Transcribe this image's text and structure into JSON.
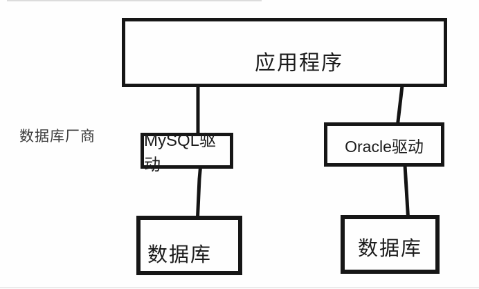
{
  "diagram": {
    "app_box": {
      "label": "应用程序"
    },
    "side_label": "数据库厂商",
    "driver_boxes": [
      {
        "label": "MySQL驱动"
      },
      {
        "label": "Oracle驱动"
      }
    ],
    "database_boxes": [
      {
        "label": "数据库"
      },
      {
        "label": "数据库"
      }
    ],
    "colors": {
      "stroke": "#161616",
      "background": "#fefefe",
      "side_label_color": "#3f3f3f",
      "faint_edge_line": "#dcdcdc"
    }
  }
}
